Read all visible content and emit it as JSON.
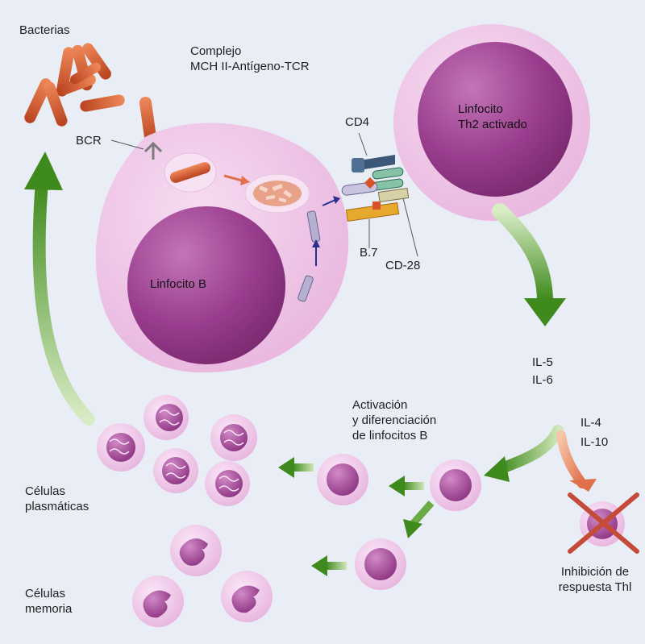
{
  "labels": {
    "bacterias": "Bacterias",
    "complejo_line1": "Complejo",
    "complejo_line2": "MCH II-Antígeno-TCR",
    "bcr": "BCR",
    "cd4": "CD4",
    "b7": "B.7",
    "cd28": "CD-28",
    "linfocito_b": "Linfocito B",
    "th2_line1": "Linfocito",
    "th2_line2": "Th2 activado",
    "il5": "IL-5",
    "il6": "IL-6",
    "il4": "IL-4",
    "il10": "IL-10",
    "activacion_line1": "Activación",
    "activacion_line2": "y diferenciación",
    "activacion_line3": "de linfocitos B",
    "plasmaticas_line1": "Células",
    "plasmaticas_line2": "plasmáticas",
    "memoria_line1": "Células",
    "memoria_line2": "memoria",
    "inhibicion_line1": "Inhibición de",
    "inhibicion_line2": "respuesta Thl"
  },
  "colors": {
    "background": "#e9eef6",
    "cell_cytoplasm": "#f0c6e8",
    "nucleus": "#9a3d8e",
    "bacteria": "#d0562a",
    "arrow_green": "#3f8a1c",
    "inhibition_arrow": "#e0704a",
    "cross": "#c64a38"
  },
  "icons": [
    "bacteria-icon",
    "cross-icon",
    "arrow-icon"
  ]
}
